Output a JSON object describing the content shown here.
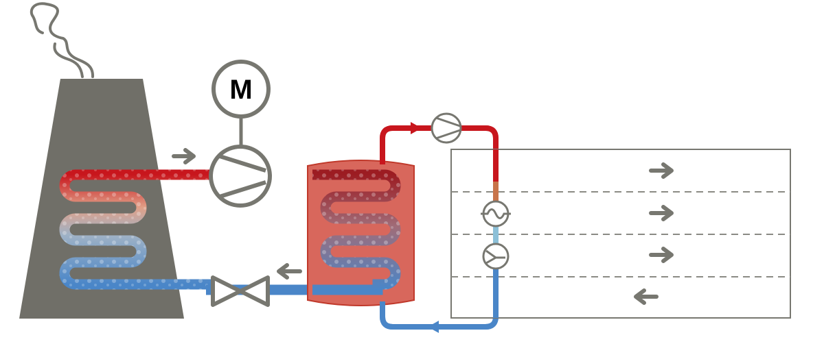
{
  "motor": {
    "label": "M"
  },
  "colors": {
    "hot": "#c8161d",
    "hot_dark": "#9c1c22",
    "warm": "#d9826a",
    "cold": "#4a86c8",
    "cold_light": "#7fb2dc",
    "tank_fill": "#d8675c",
    "tank_stroke": "#c0392b",
    "chimney": "#706f68",
    "device_gray": "#777770",
    "outline": "#777770",
    "dash": "#8a8a84"
  },
  "icons": {
    "motor": "motor-circle-icon",
    "compressor": "compressor-icon",
    "expansion_valve": "expansion-valve-icon",
    "circulation_pump": "circulation-pump-icon",
    "heat_exchanger": "heat-exchanger-icon",
    "fan": "fan-icon",
    "flow_arrow": "flow-arrow-icon",
    "smoke": "smoke-icon"
  },
  "zones": {
    "arrows": [
      "right",
      "right",
      "right",
      "left"
    ]
  }
}
